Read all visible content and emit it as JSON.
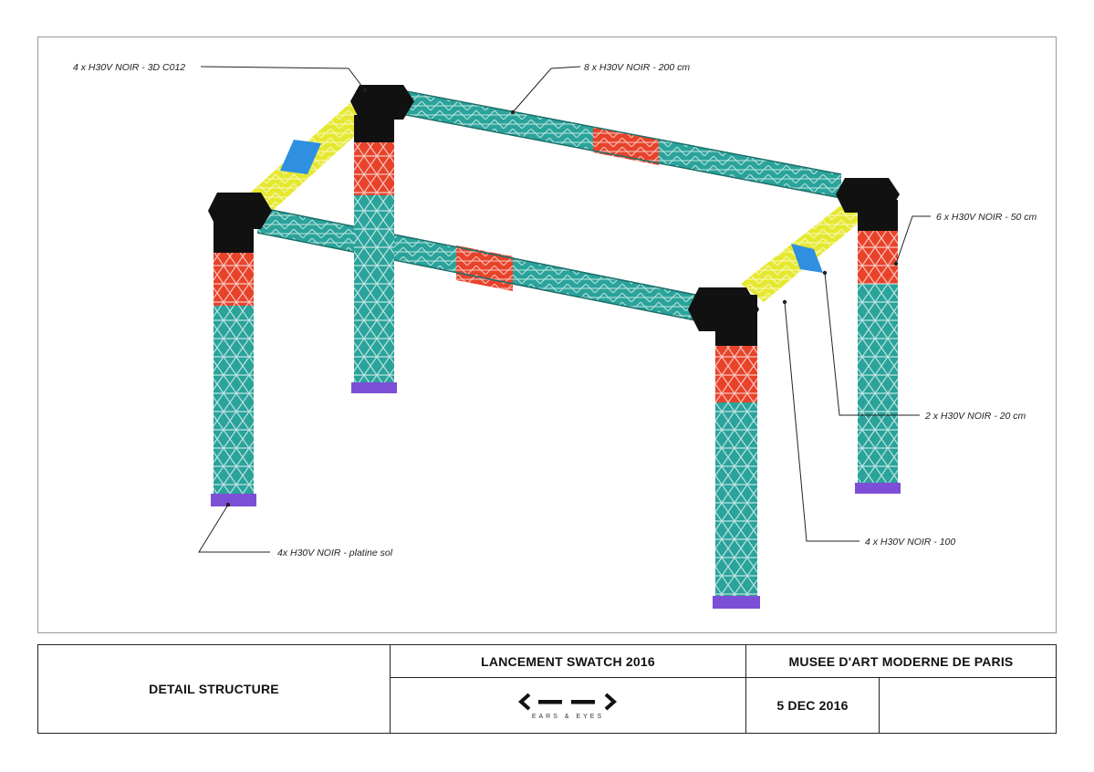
{
  "callouts": {
    "corner": "4 x H30V NOIR - 3D C012",
    "long_truss": "8 x H30V NOIR - 200 cm",
    "truss_50": "6 x H30V NOIR - 50 cm",
    "truss_20": "2 x H30V NOIR - 20 cm",
    "truss_100": "4 x H30V NOIR - 100",
    "base_plate": "4x H30V NOIR - platine sol"
  },
  "title_block": {
    "section_title": "DETAIL STRUCTURE",
    "project": "LANCEMENT SWATCH 2016",
    "venue": "MUSEE D'ART MODERNE DE PARIS",
    "date": "5 DEC 2016",
    "logo_text": "EARS & EYES"
  },
  "colors": {
    "truss_teal": "#2aa39b",
    "truss_red": "#e8432a",
    "truss_yellow": "#e6e82f",
    "truss_black": "#111111",
    "truss_blue": "#2f8fe0",
    "base_purple": "#7d4fd6"
  }
}
